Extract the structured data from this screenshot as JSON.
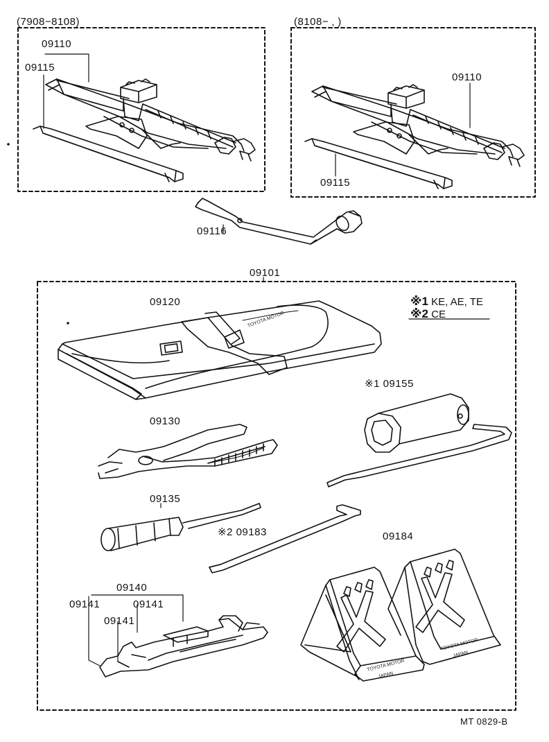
{
  "top_left_group": {
    "date_range": "(7908−8108)",
    "labels": [
      "09110",
      "09115"
    ]
  },
  "top_right_group": {
    "date_range": "(8108−  ‚    )",
    "labels": [
      "09110",
      "09115"
    ]
  },
  "wrench_label": "09116",
  "tool_kit": {
    "label": "09101",
    "legend": [
      {
        "mark": "※1",
        "text": "KE, AE, TE"
      },
      {
        "mark": "※2",
        "text": "CE"
      }
    ],
    "parts": {
      "tool_bag": "09120",
      "plug_wrench": "※1 09155",
      "pliers": "09130",
      "screwdriver": "09135",
      "screwdriver_bar": "※2 09183",
      "wheel_chocks": "09184",
      "wrench_set": "09140",
      "wrench_a": "09141",
      "wrench_b": "09141",
      "wrench_c": "09141"
    },
    "bag_stamp": "TOYOTA MOTOR",
    "chock_stamp_1": "TOYOTA MOTOR",
    "chock_stamp_2": "JAPAN"
  },
  "figure_code": "MT 0829-B"
}
